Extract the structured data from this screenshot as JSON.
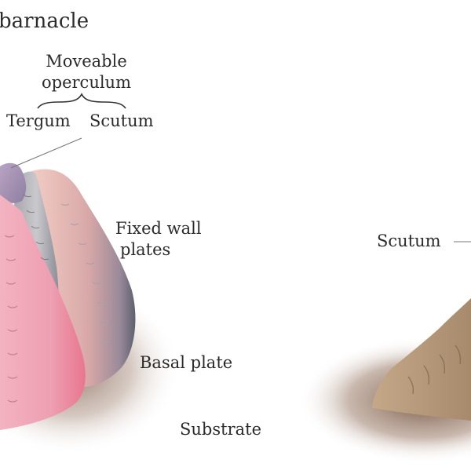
{
  "title": "barnacle",
  "labels": {
    "operculum_line1": "Moveable",
    "operculum_line2": "operculum",
    "tergum": "Tergum",
    "scutum_left": "Scutum",
    "fixed_line1": "Fixed wall",
    "fixed_line2": "plates",
    "basal": "Basal plate",
    "substrate": "Substrate",
    "scutum_right": "Scutum"
  },
  "colors": {
    "pink_plate": "#ee9fb0",
    "pink_deep": "#e8728f",
    "gray_plate": "#b9b9be",
    "gray_dark": "#6e6f79",
    "tergum_purple": "#a794b6",
    "substrate": "#8a6a55",
    "scutum_brown": "#b49878",
    "leader_line": "#777777"
  }
}
